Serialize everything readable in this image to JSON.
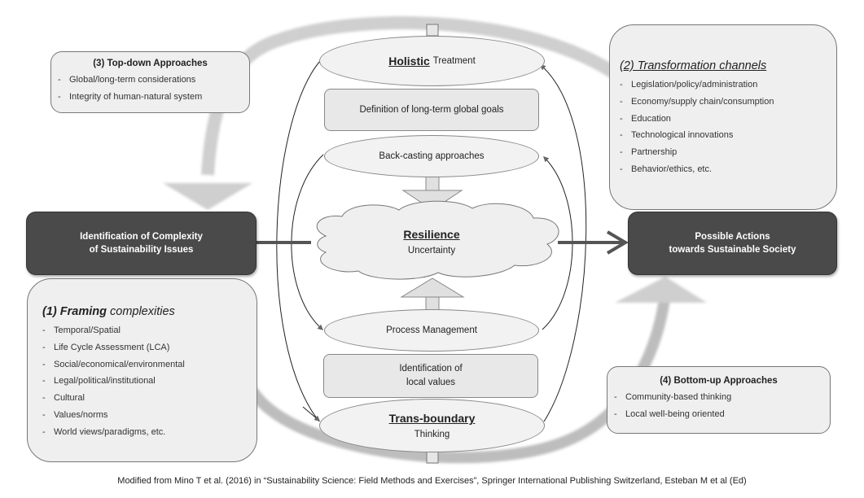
{
  "diagram": {
    "top_down": {
      "title": "(3) Top-down Approaches",
      "items": [
        "Global/long-term considerations",
        "Integrity of human-natural system"
      ]
    },
    "transformation": {
      "title": "(2) Transformation channels",
      "items": [
        "Legislation/policy/administration",
        "Economy/supply chain/consumption",
        "Education",
        "Technological innovations",
        "Partnership",
        "Behavior/ethics, etc."
      ]
    },
    "framing": {
      "title_prefix": "(1)",
      "title_key": "Framing",
      "title_suffix": "complexities",
      "items": [
        "Temporal/Spatial",
        "Life Cycle Assessment (LCA)",
        "Social/economical/environmental",
        "Legal/political/institutional",
        "Cultural",
        "Values/norms",
        "World views/paradigms, etc."
      ]
    },
    "bottom_up": {
      "title": "(4) Bottom-up Approaches",
      "items": [
        "Community-based thinking",
        "Local well-being oriented"
      ]
    },
    "identification": {
      "line1": "Identification of Complexity",
      "line2": "of Sustainability Issues"
    },
    "possible_actions": {
      "line1": "Possible Actions",
      "line2": "towards Sustainable Society"
    },
    "holistic": {
      "key": "Holistic",
      "rest": "Treatment"
    },
    "long_term_goals": "Definition of long-term global goals",
    "backcasting": "Back-casting approaches",
    "resilience": {
      "key": "Resilience",
      "sub": "Uncertainty"
    },
    "process_management": "Process Management",
    "local_values": {
      "line1": "Identification of",
      "line2": "local values"
    },
    "trans_boundary": {
      "key": "Trans-boundary",
      "sub": "Thinking"
    }
  },
  "caption": "Modified from Mino T et al. (2016) in “Sustainability Science: Field Methods and Exercises”,  Springer International Publishing Switzerland, Esteban  M et al (Ed)",
  "colors": {
    "dark_box": "#4a4a4a",
    "card_fill": "#efefef",
    "big_arrow": "#c8c8c8",
    "flow_arrow": "#555555"
  }
}
